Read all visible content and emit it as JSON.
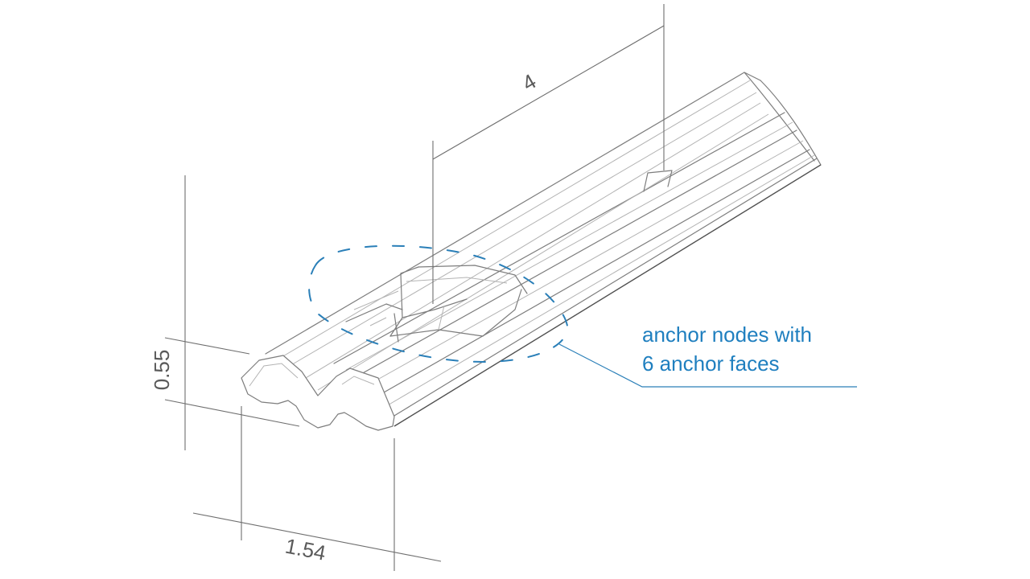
{
  "dimensions": {
    "spacing": "4",
    "height": "0.55",
    "width": "1.54"
  },
  "callout": {
    "line1": "anchor nodes with",
    "line2": "6 anchor faces"
  },
  "colors": {
    "callout": "#1f7fbf",
    "dimension": "#5a5a5a",
    "outline": "#7d7d7d"
  }
}
